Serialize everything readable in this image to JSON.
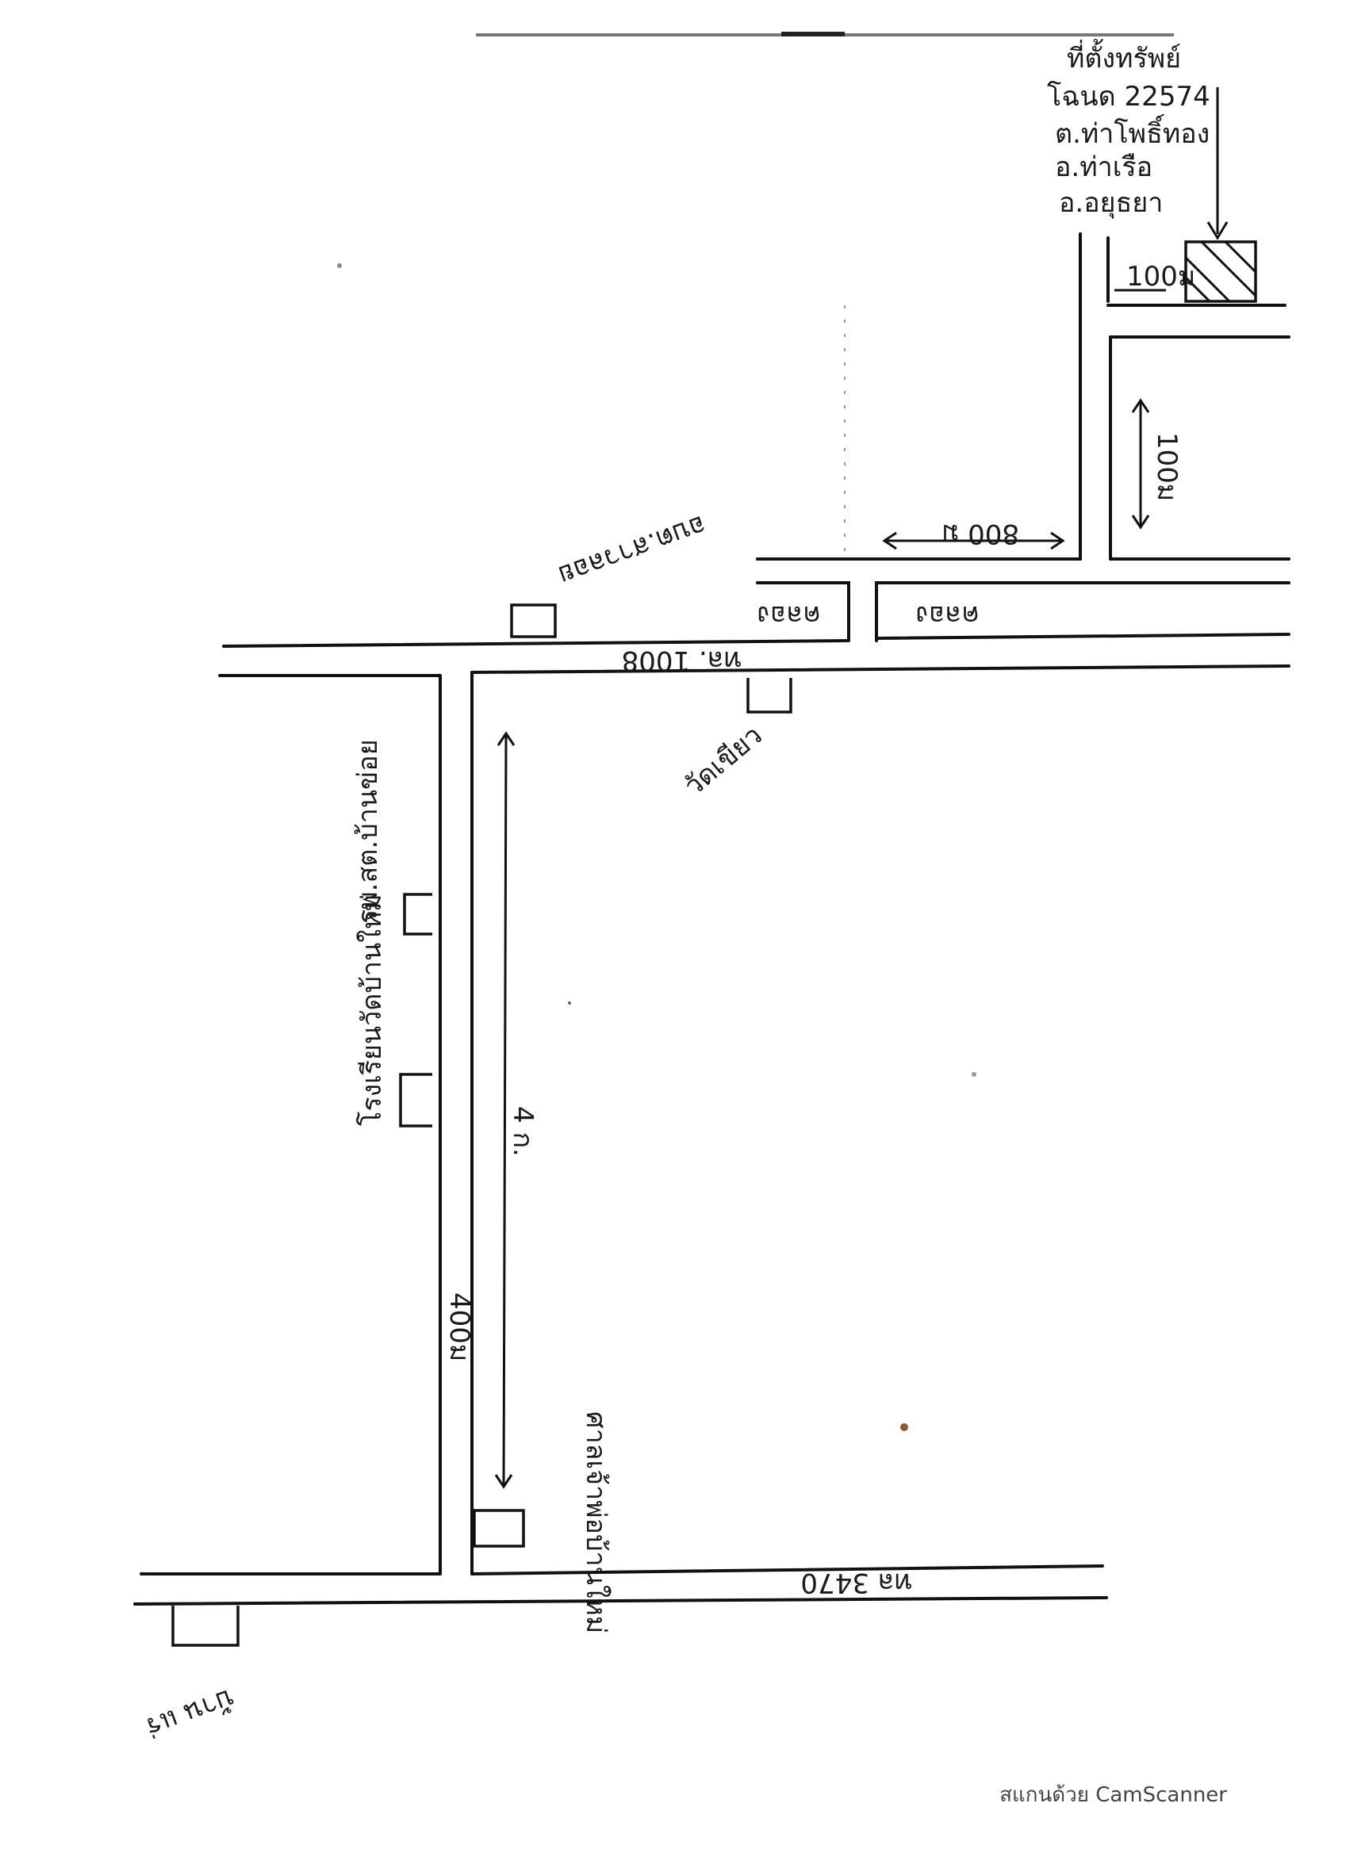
{
  "header_note": {
    "lines": [
      "ที่ตั้งทรัพย์",
      "โฉนด 22574",
      "ต.ท่าโพธิ์ทอง",
      "อ.ท่าเรือ",
      "อ.อยุธยา"
    ]
  },
  "roads": {
    "road_1008": "ทล. 1008",
    "road_3470": "ทล 3470"
  },
  "distances": {
    "d_100m_top": "100ม",
    "d_100m_right": "100ม",
    "d_800m": "800 ม",
    "d_400m": "400ม",
    "d_4km": "4 ก."
  },
  "canals": {
    "canal_left": "คลอง",
    "canal_right": "คลอง"
  },
  "landmarks": {
    "sao_lao": "อบต.สาวลอย",
    "wat": "วัดเขียว",
    "rpp": "รพ.สต.บ้านข่อย",
    "school": "โรงเรียนวัดบ้านใหม่",
    "temple_bottom": "ศาลเจ้าพ่อบ้านใหม่",
    "bottom_left": "บ้าน แร่"
  },
  "footer": {
    "scanner": "สแกนด้วย CamScanner"
  }
}
